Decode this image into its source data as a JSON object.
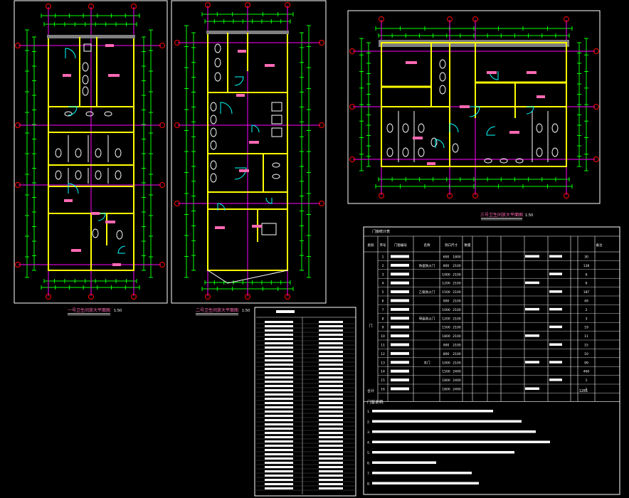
{
  "colors": {
    "background": "#000000",
    "frame": "#ffffff",
    "wall": "#ffff00",
    "dimension": "#00ff00",
    "axis": "#ff00ff",
    "text": "#ff69b4",
    "fixture": "#ffffff",
    "door": "#00ffff",
    "column": "#808080",
    "table_grid": "#ffffff",
    "axis_bubble": "#ff0000"
  },
  "plans": [
    {
      "title": "一号卫生间放大平面图",
      "scale": "1:50"
    },
    {
      "title": "二号卫生间放大平面图",
      "scale": "1:50"
    },
    {
      "title": "三号卫生间放大平面图",
      "scale": "1:50"
    }
  ],
  "schedule": {
    "title": "门窗统计表",
    "headers": [
      "类别",
      "序号",
      "门窗编号",
      "名称",
      "洞口尺寸",
      "数量",
      "备注"
    ],
    "category": "门",
    "rows": [
      {
        "no": "1",
        "name": "",
        "w": "600",
        "h": "1800",
        "qty": "30"
      },
      {
        "no": "2",
        "name": "防盗防火门",
        "w": "800",
        "h": "2100",
        "qty": "128"
      },
      {
        "no": "3",
        "name": "",
        "w": "1000",
        "h": "2100",
        "qty": "6"
      },
      {
        "no": "4",
        "name": "",
        "w": "1200",
        "h": "2100",
        "qty": "6"
      },
      {
        "no": "5",
        "name": "乙级防火门",
        "w": "1500",
        "h": "2100",
        "qty": "187"
      },
      {
        "no": "6",
        "name": "",
        "w": "900",
        "h": "2100",
        "qty": "49"
      },
      {
        "no": "7",
        "name": "",
        "w": "1000",
        "h": "2100",
        "qty": "2"
      },
      {
        "no": "8",
        "name": "甲级防火门",
        "w": "1200",
        "h": "2100",
        "qty": "3"
      },
      {
        "no": "9",
        "name": "",
        "w": "1500",
        "h": "2100",
        "qty": "19"
      },
      {
        "no": "10",
        "name": "",
        "w": "1800",
        "h": "2100",
        "qty": "11"
      },
      {
        "no": "11",
        "name": "",
        "w": "900",
        "h": "2100",
        "qty": "15"
      },
      {
        "no": "12",
        "name": "",
        "w": "800",
        "h": "2100",
        "qty": "10"
      },
      {
        "no": "13",
        "name": "木门",
        "w": "1000",
        "h": "2100",
        "qty": "99"
      },
      {
        "no": "14",
        "name": "",
        "w": "1500",
        "h": "2400",
        "qty": "460"
      },
      {
        "no": "15",
        "name": "",
        "w": "1800",
        "h": "2400",
        "qty": "1"
      },
      {
        "no": "16",
        "name": "",
        "w": "1800",
        "h": "2400",
        "qty": "1"
      }
    ],
    "total_label": "合计",
    "total_qty": "1281",
    "notes_title": "门窗说明:",
    "notes": [
      "1.",
      "2.",
      "3.",
      "4.",
      "5.",
      "6.",
      "7.",
      "8."
    ]
  }
}
